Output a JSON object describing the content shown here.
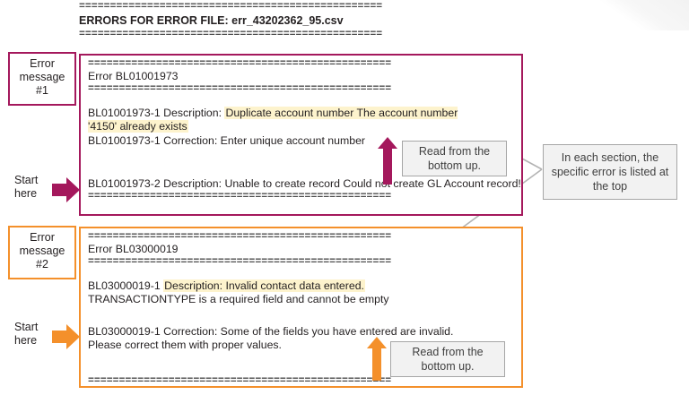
{
  "header": {
    "rule_top": "=================================================",
    "title": "ERRORS FOR ERROR FILE: err_43202362_95.csv",
    "rule_bottom": "================================================="
  },
  "error_sections": [
    {
      "label": "Error message #1",
      "label_lines": [
        "Error",
        "message",
        "#1"
      ],
      "accent_color": "#a4185c",
      "start_here": "Start here",
      "start_here_lines": [
        "Start",
        "here"
      ],
      "rule_top": "=================================================",
      "error_title": "Error BL01001973",
      "rule_under_title": "=================================================",
      "desc_id": "BL01001973-1 Description:",
      "desc_text": "Duplicate account number The account number '4150' already exists",
      "desc_highlight": true,
      "corr_id": "BL01001973-1 Correction:",
      "corr_text": "Enter unique account number",
      "second_desc_id": "BL01001973-2 Description:",
      "second_desc_text": "Unable to create record Could not create GL Account record!",
      "rule_bottom": "================================================="
    },
    {
      "label": "Error message #2",
      "label_lines": [
        "Error",
        "message",
        "#2"
      ],
      "accent_color": "#f4902b",
      "start_here": "Start here",
      "start_here_lines": [
        "Start",
        "here"
      ],
      "rule_top": "=================================================",
      "error_title": "Error BL03000019",
      "rule_under_title": "=================================================",
      "desc_id": "BL03000019-1",
      "desc_text": "Description:  Invalid contact data entered.",
      "desc_line2": "TRANSACTIONTYPE is a required field and cannot be empty",
      "desc_highlight": true,
      "corr_id": "BL03000019-1 Correction:",
      "corr_text": "Some of the fields you have entered are invalid. Please correct them with proper values.",
      "rule_bottom": "================================================="
    }
  ],
  "callouts": {
    "read_bottom_up_1": "Read from the bottom up.",
    "read_bottom_up_2": "Read from the bottom up.",
    "section_note": "In each section, the specific error is listed at the top"
  },
  "colors": {
    "magenta": "#a4185c",
    "orange": "#f4902b",
    "highlight": "#fdf3cd",
    "callout_bg": "#f2f2f2",
    "callout_border": "#a6a6a6",
    "connector": "#b3b3b3"
  }
}
